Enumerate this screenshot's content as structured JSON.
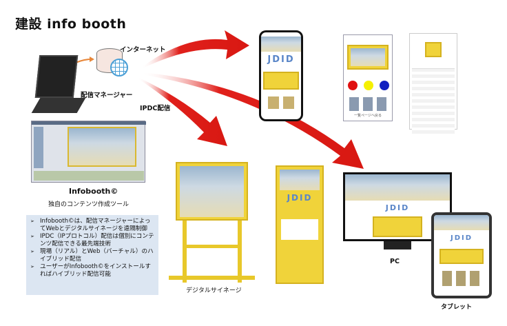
{
  "title": "建設 info booth",
  "labels": {
    "internet": "インターネット",
    "delivery_manager": "配信マネージャー",
    "ipdc": "IPDC配信",
    "tool_name": "Infobooth©",
    "tool_desc": "独自のコンテンツ作成ツール",
    "signage": "デジタルサイネージ",
    "pc": "PC",
    "tablet": "タブレット"
  },
  "screens": {
    "brand": "JDID",
    "back_link": "一覧ページへ戻る"
  },
  "bullets": [
    "Infobooth©は、配信マネージャーによってWebとデジタルサイネージを遠隔制御",
    "IPDC（IPプロトコル）配信は個別にコンテンツ配信できる最先端技術",
    "現場（リアル）とWeb（バーチャル）のハイブリッド配信",
    "ユーザーがInfobooth©をインストールすればハイブリッド配信可能"
  ],
  "colors": {
    "arrow": "#e0201b",
    "orange": "#e8873a",
    "box": "#dce6f2",
    "yellow": "#f0d33a"
  }
}
